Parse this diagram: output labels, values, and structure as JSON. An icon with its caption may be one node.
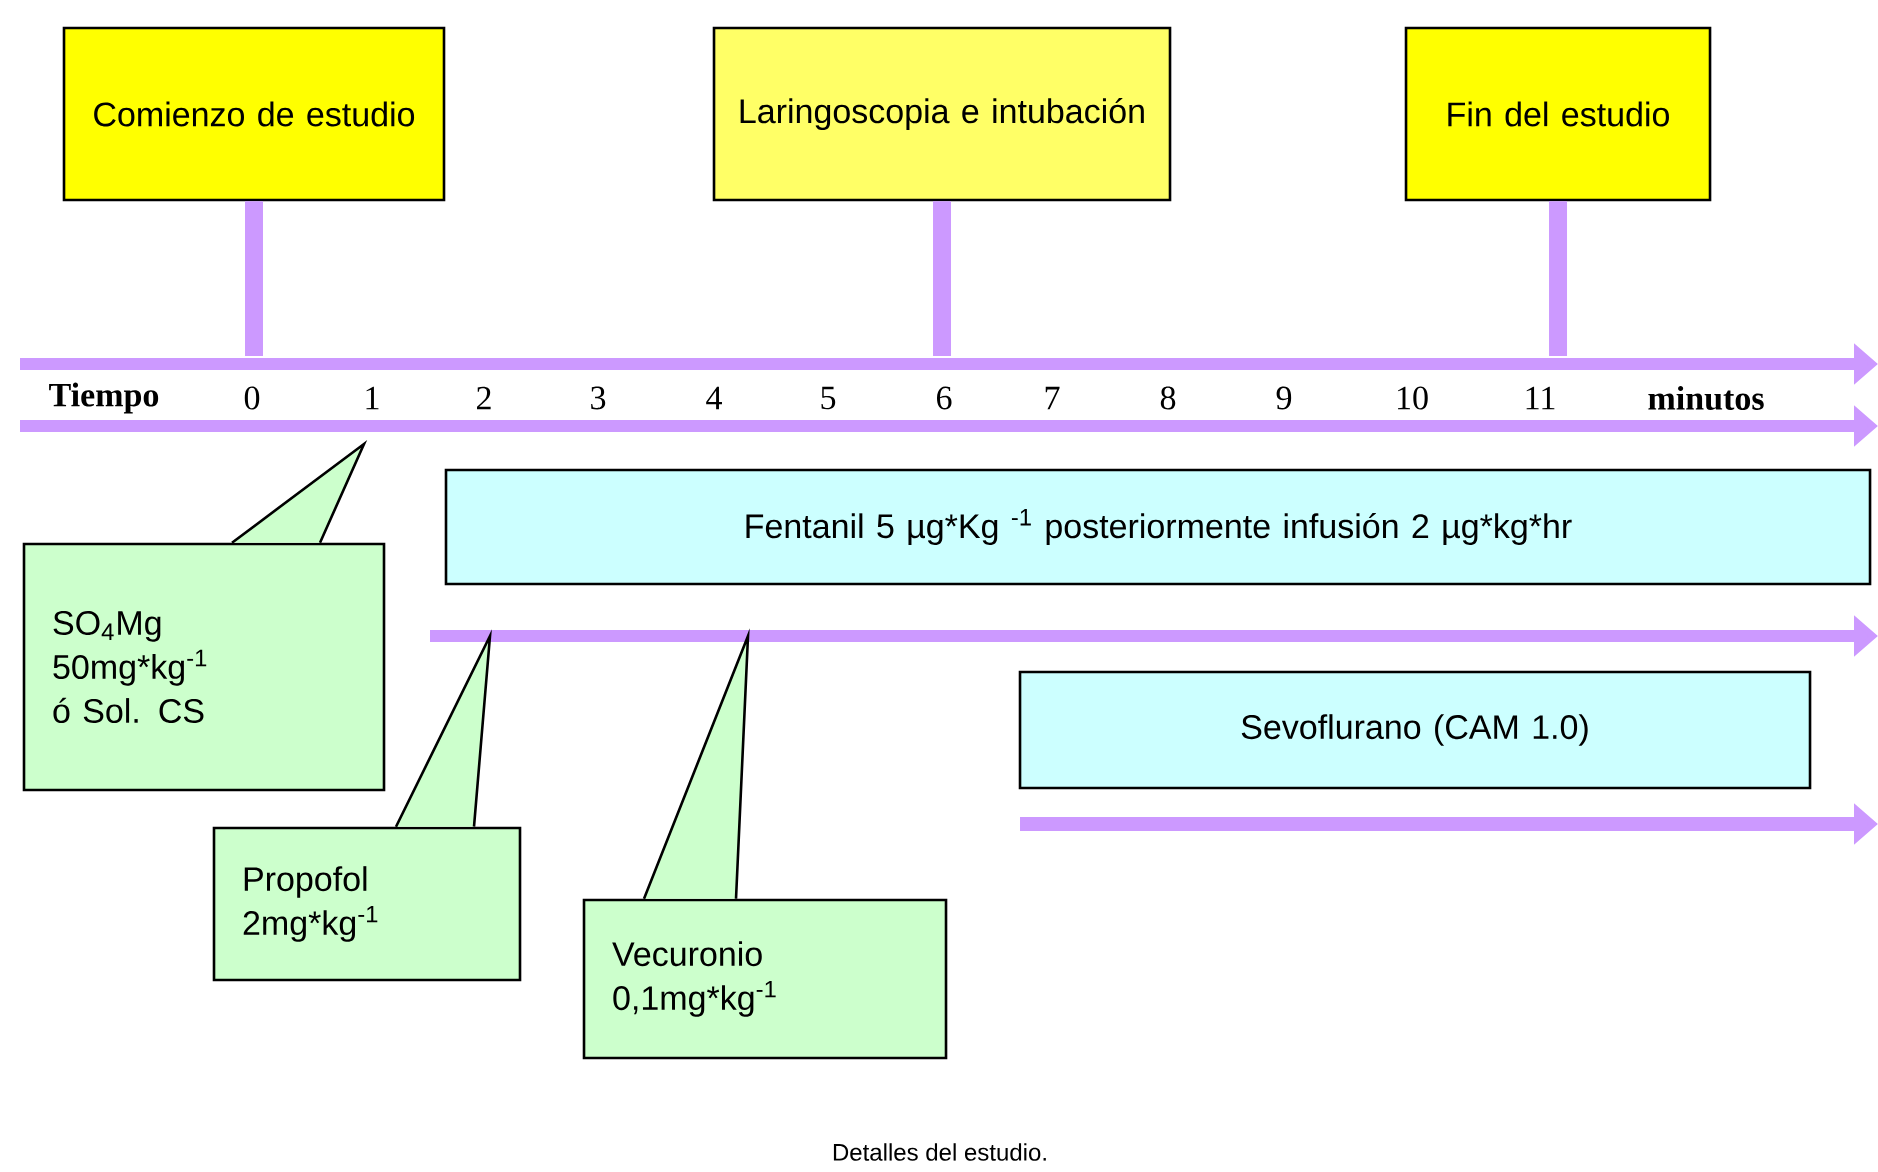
{
  "diagram": {
    "caption": "Detalles del estudio.",
    "nodes": [
      {
        "text": [
          "Comienzo de estudio"
        ]
      },
      {
        "text": [
          "Laringoscopia e intubación"
        ]
      },
      {
        "text": [
          "Fin del estudio"
        ]
      },
      {
        "text": [
          "Fentanil 5 µg*Kg $^{-1}$ posteriormente infusión 2 µg*kg*hr"
        ]
      },
      {
        "text": [
          "SO$_{4}$Mg 50mg*kg$^{-1}$ ó Sol. CS"
        ]
      },
      {
        "text": [
          "Sevoflurano (CAM 1.0)"
        ]
      },
      {
        "text": [
          "Propofol 2mg*kg$^{-1}$"
        ]
      },
      {
        "text": [
          "Vecuronio 0,1mg*kg$^{-1}$"
        ]
      }
    ],
    "edges": [
      {
        "from": 0,
        "to": null,
        "arrow": "none",
        "color": "#cc99ff"
      },
      {
        "from": 1,
        "to": null,
        "arrow": "none",
        "color": "#cc99ff"
      },
      {
        "from": 2,
        "to": null,
        "arrow": "none",
        "color": "#cc99ff"
      }
    ],
    "labels": [
      "Tiempo",
      "0",
      "1",
      "2",
      "3",
      "4",
      "5",
      "6",
      "7",
      "8",
      "9",
      "10",
      "11",
      "minutos"
    ]
  }
}
